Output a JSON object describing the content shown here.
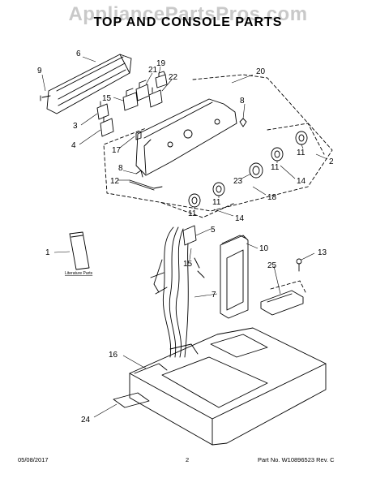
{
  "watermark": "AppliancePartsPros.com",
  "title": "TOP AND CONSOLE PARTS",
  "literature_label": "Literature Parts",
  "callouts": {
    "c1": "1",
    "c2": "2",
    "c3": "3",
    "c4": "4",
    "c5": "5",
    "c6": "6",
    "c7": "7",
    "c8a": "8",
    "c8b": "8",
    "c9": "9",
    "c10": "10",
    "c11a": "11",
    "c11b": "11",
    "c11c": "11",
    "c11d": "11",
    "c12": "12",
    "c13": "13",
    "c14a": "14",
    "c14b": "14",
    "c15a": "15",
    "c15b": "15",
    "c16": "16",
    "c17": "17",
    "c18": "18",
    "c19": "19",
    "c20": "20",
    "c21": "21",
    "c22": "22",
    "c23": "23",
    "c24": "24",
    "c25": "25"
  },
  "footer": {
    "date": "05/08/2017",
    "page": "2",
    "part_info": "Part No.  W10896523  Rev.  C"
  }
}
